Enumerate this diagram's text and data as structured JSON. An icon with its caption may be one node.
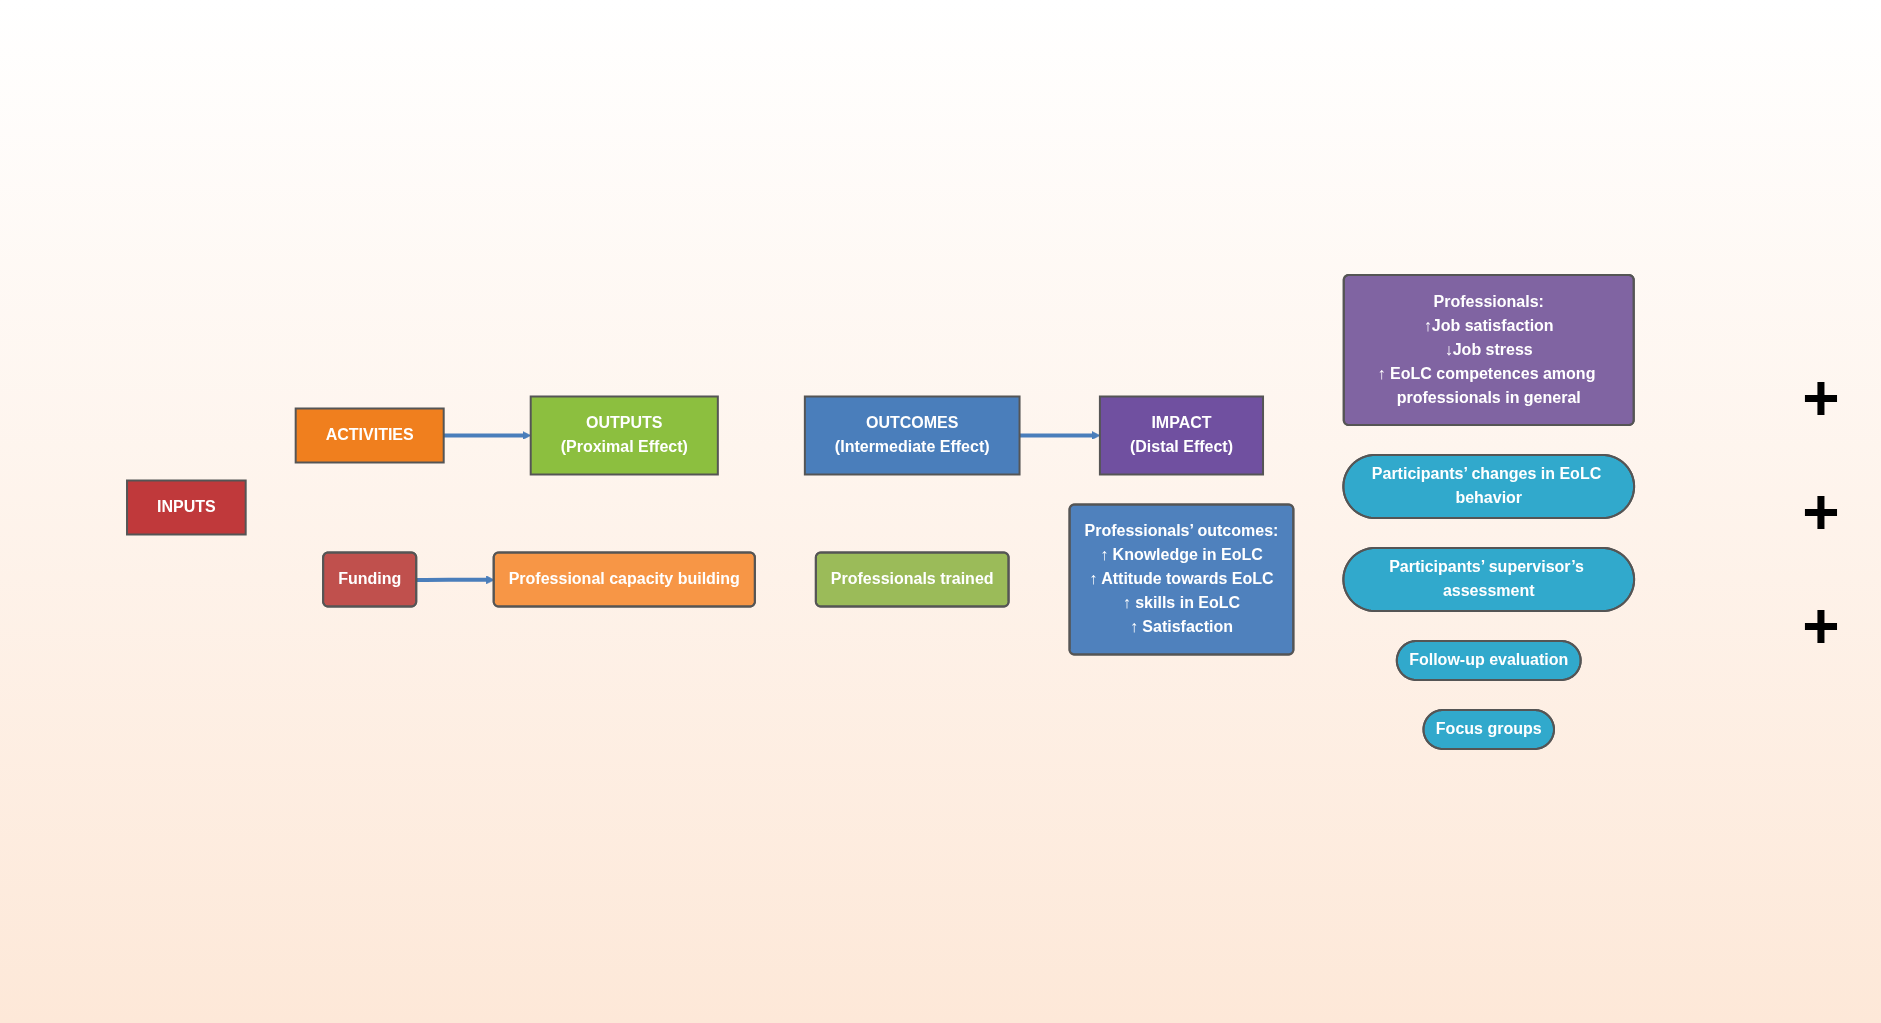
{
  "diagram": {
    "nodes": [
      {
        "text": [
          "INPUTS"
        ]
      },
      {
        "text": [
          "ACTIVITIES"
        ]
      },
      {
        "text": [
          "OUTPUTS",
          "(Proximal Effect)"
        ]
      },
      {
        "text": [
          "OUTCOMES",
          "(Intermediate Effect)"
        ]
      },
      {
        "text": [
          "IMPACT",
          "(Distal Effect)"
        ]
      },
      {
        "text": [
          "Funding"
        ]
      },
      {
        "text": [
          "Professional capacity building"
        ]
      },
      {
        "text": [
          "Professionals trained"
        ]
      },
      {
        "text": [
          "Professionals’ outcomes:",
          "↑ Knowledge in EoLC",
          "↑ Attitude towards EoLC",
          "↑ skills in EoLC",
          "↑ Satisfaction"
        ]
      },
      {
        "text": [
          "Professionals:",
          "↑Job satisfaction",
          "↓Job stress",
          "↑ EoLC competences among professionals in general"
        ]
      },
      {
        "text": [
          "Participants’ changes in EoLC behavior"
        ]
      },
      {
        "text": [
          "Participants’ supervisor’s assessment"
        ]
      },
      {
        "text": [
          "Follow-up evaluation"
        ]
      },
      {
        "text": [
          "Focus groups"
        ]
      }
    ],
    "edges": [
      {
        "from": 1,
        "to": 2,
        "arrow": "to"
      },
      {
        "from": 3,
        "to": 4,
        "arrow": "to"
      },
      {
        "from": 5,
        "to": 6,
        "arrow": "to"
      }
    ],
    "labels": [
      "+",
      "+",
      "+"
    ]
  }
}
